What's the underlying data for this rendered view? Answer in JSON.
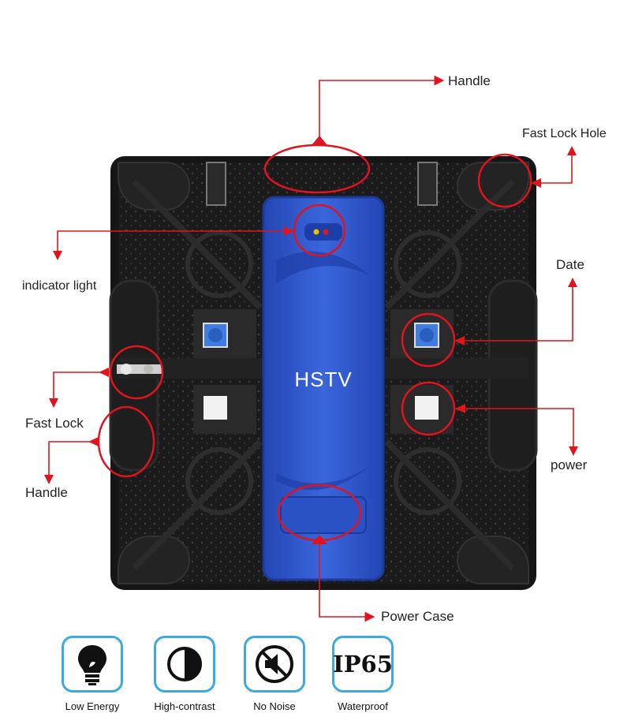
{
  "brand": "HSTV",
  "callouts": {
    "handle_top": "Handle",
    "fast_lock_hole": "Fast Lock Hole",
    "indicator_light": "indicator light",
    "date": "Date",
    "fast_lock": "Fast Lock",
    "handle_left": "Handle",
    "power": "power",
    "power_case": "Power Case"
  },
  "features": [
    {
      "icon": "light-bulb-icon",
      "label": "Low Energy"
    },
    {
      "icon": "contrast-icon",
      "label": "High-contrast"
    },
    {
      "icon": "mute-speaker-icon",
      "label": "No Noise"
    },
    {
      "icon": "ip65-icon",
      "label": "Waterproof",
      "badge": "IP65"
    }
  ],
  "colors": {
    "callout_red": "#e0141e",
    "case_blue": "#2a56c8",
    "cabinet_dark": "#1c1c1c",
    "feature_border": "#3da9dd"
  }
}
